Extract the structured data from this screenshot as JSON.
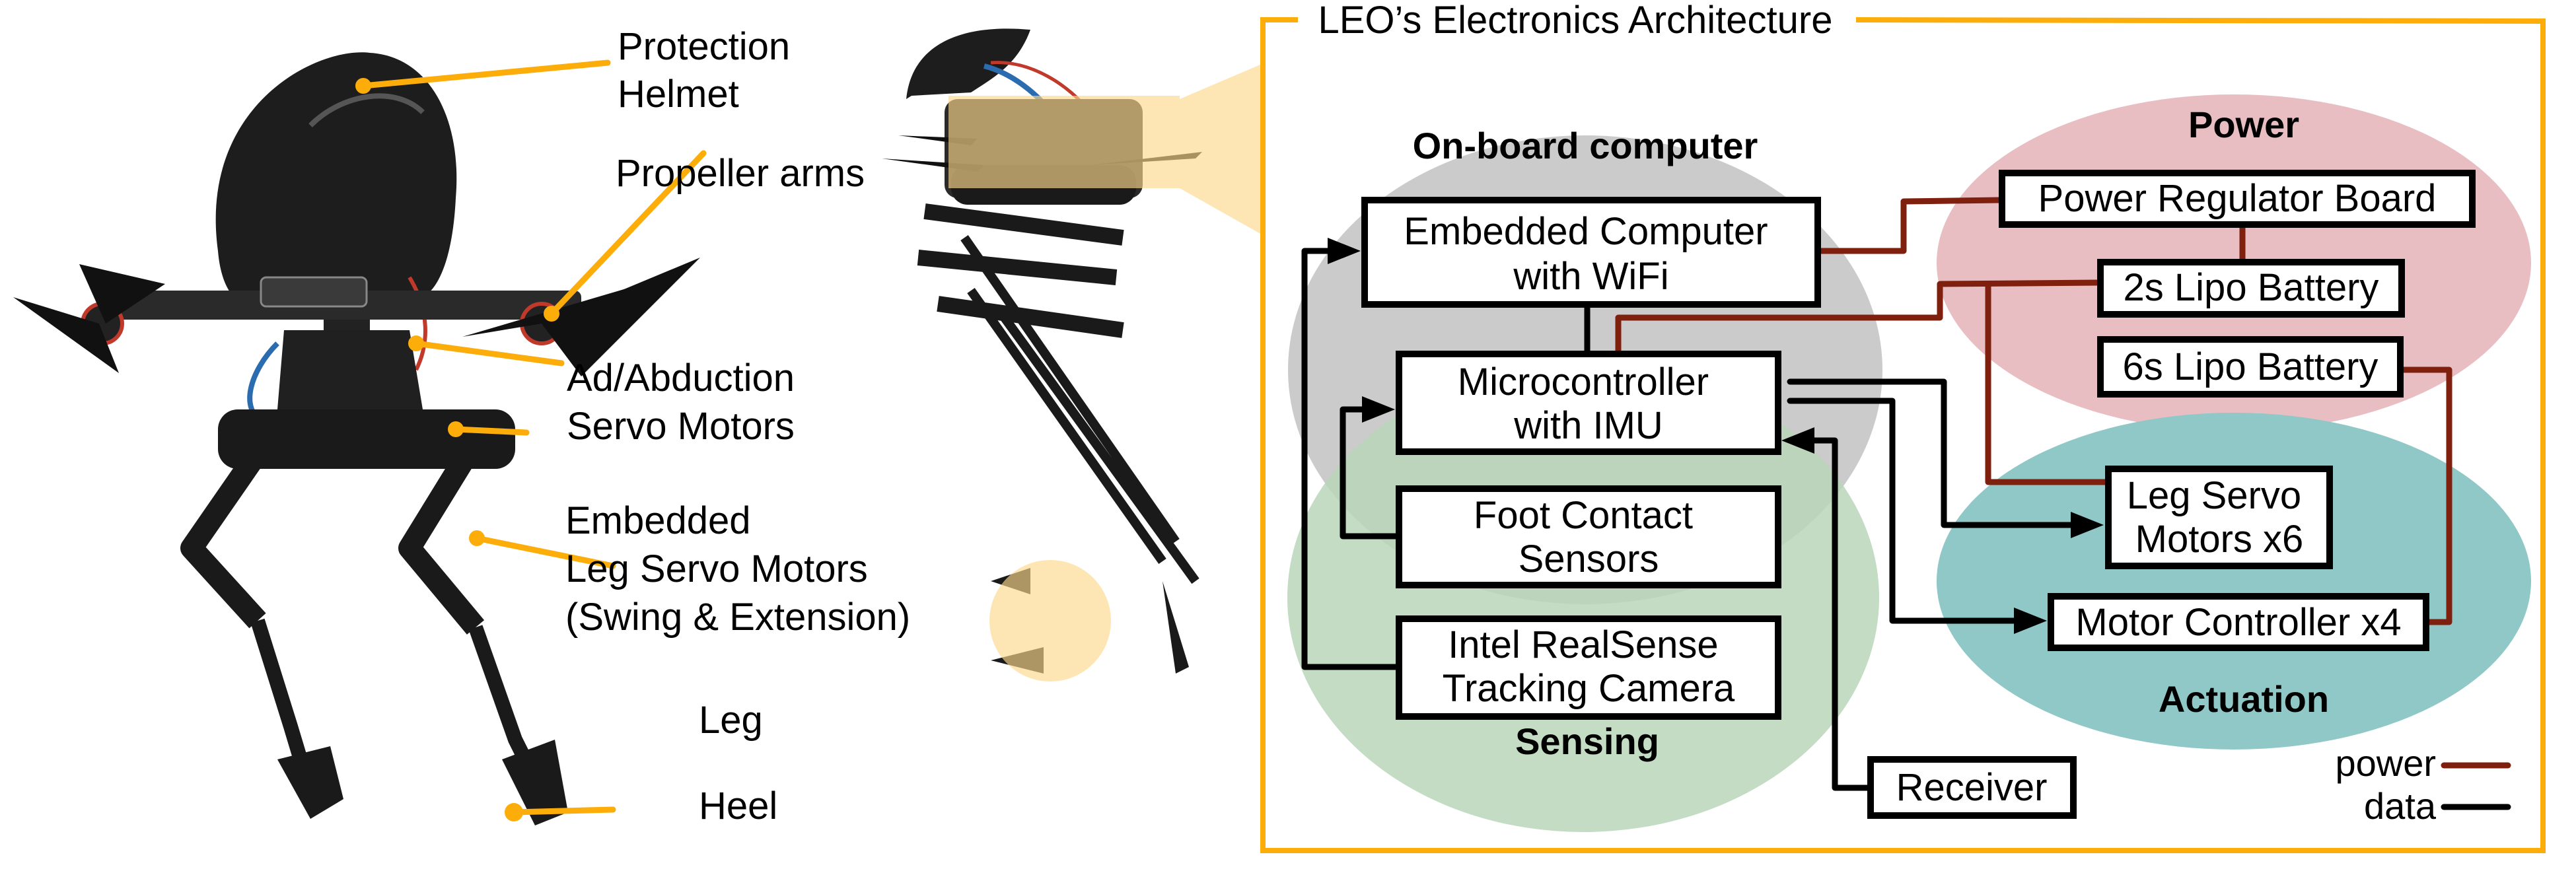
{
  "figure": {
    "photo_callouts": [
      {
        "id": "helmet",
        "lines": [
          "Protection",
          "Helmet"
        ]
      },
      {
        "id": "propeller",
        "lines": [
          "Propeller arms"
        ]
      },
      {
        "id": "adabduction",
        "lines": [
          "Ad/Abduction",
          "Servo Motors"
        ]
      },
      {
        "id": "legservo",
        "lines": [
          "Embedded",
          "Leg Servo Motors",
          "(Swing & Extension)"
        ]
      },
      {
        "id": "leg",
        "lines": [
          "Leg"
        ]
      },
      {
        "id": "heel",
        "lines": [
          "Heel"
        ]
      }
    ],
    "diagram": {
      "title": "LEO’s Electronics Architecture",
      "groups": {
        "onboard": "On-board computer",
        "sensing": "Sensing",
        "power": "Power",
        "actuation": "Actuation"
      },
      "boxes": {
        "embedded_computer": [
          "Embedded Computer",
          "with WiFi"
        ],
        "microcontroller": [
          "Microcontroller",
          "with IMU"
        ],
        "foot_contact": [
          "Foot Contact",
          "Sensors"
        ],
        "realsense": [
          "Intel RealSense",
          "Tracking Camera"
        ],
        "receiver": [
          "Receiver"
        ],
        "power_regulator": [
          "Power Regulator Board"
        ],
        "lipo_2s": [
          "2s Lipo Battery"
        ],
        "lipo_6s": [
          "6s Lipo Battery"
        ],
        "leg_servo": [
          "Leg Servo",
          "Motors x6"
        ],
        "motor_controller": [
          "Motor Controller x4"
        ]
      },
      "legend": {
        "power": "power",
        "data": "data"
      },
      "connections": [
        {
          "from": "embedded_computer",
          "to": "power_regulator",
          "type": "power"
        },
        {
          "from": "power_regulator",
          "to": "lipo_2s",
          "type": "power"
        },
        {
          "from": "lipo_2s",
          "to": "microcontroller",
          "type": "power"
        },
        {
          "from": "lipo_2s",
          "to": "leg_servo",
          "type": "power"
        },
        {
          "from": "lipo_6s",
          "to": "motor_controller",
          "type": "power"
        },
        {
          "from": "embedded_computer",
          "to": "microcontroller",
          "type": "data"
        },
        {
          "from": "realsense",
          "to": "embedded_computer",
          "type": "data"
        },
        {
          "from": "foot_contact",
          "to": "microcontroller",
          "type": "data"
        },
        {
          "from": "receiver",
          "to": "microcontroller",
          "type": "data"
        },
        {
          "from": "microcontroller",
          "to": "leg_servo",
          "type": "data"
        },
        {
          "from": "microcontroller",
          "to": "motor_controller",
          "type": "data"
        }
      ]
    },
    "colors": {
      "frame": "#fcad0a",
      "power_line": "#7f1f0e",
      "data_line": "#000000",
      "onboard_fill": "#cbcbcb",
      "sensing_fill": "#b9d6b9",
      "power_fill": "#e8bec3",
      "actuation_fill": "#8fc8c6",
      "highlight": "#fcd98c"
    }
  }
}
